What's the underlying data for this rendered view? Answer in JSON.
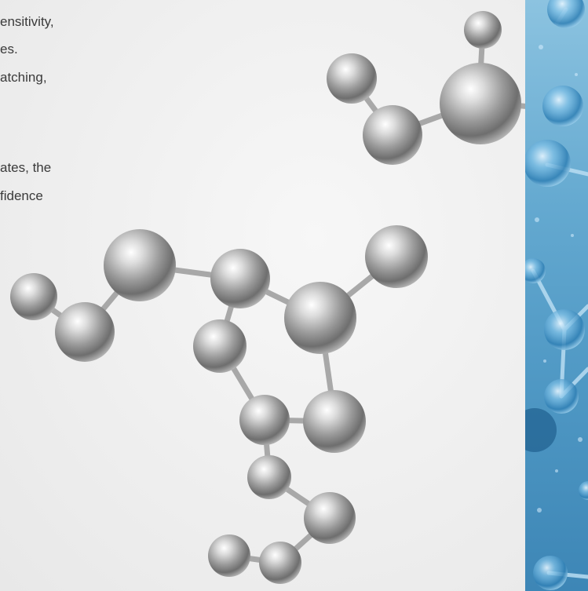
{
  "text_lines": [
    "ensitivity,",
    "es.",
    "atching,",
    "ates, the",
    "fidence"
  ],
  "colors": {
    "background": "#f0f0f0",
    "body_text": "#3a3a3a",
    "accent_panel": "#5aa3cc",
    "sphere_highlight": "#ffffff",
    "sphere_shadow": "#5c5c5c"
  },
  "illustration": {
    "subject": "silver-molecule-models",
    "side_panel": "blue-water-molecules"
  }
}
